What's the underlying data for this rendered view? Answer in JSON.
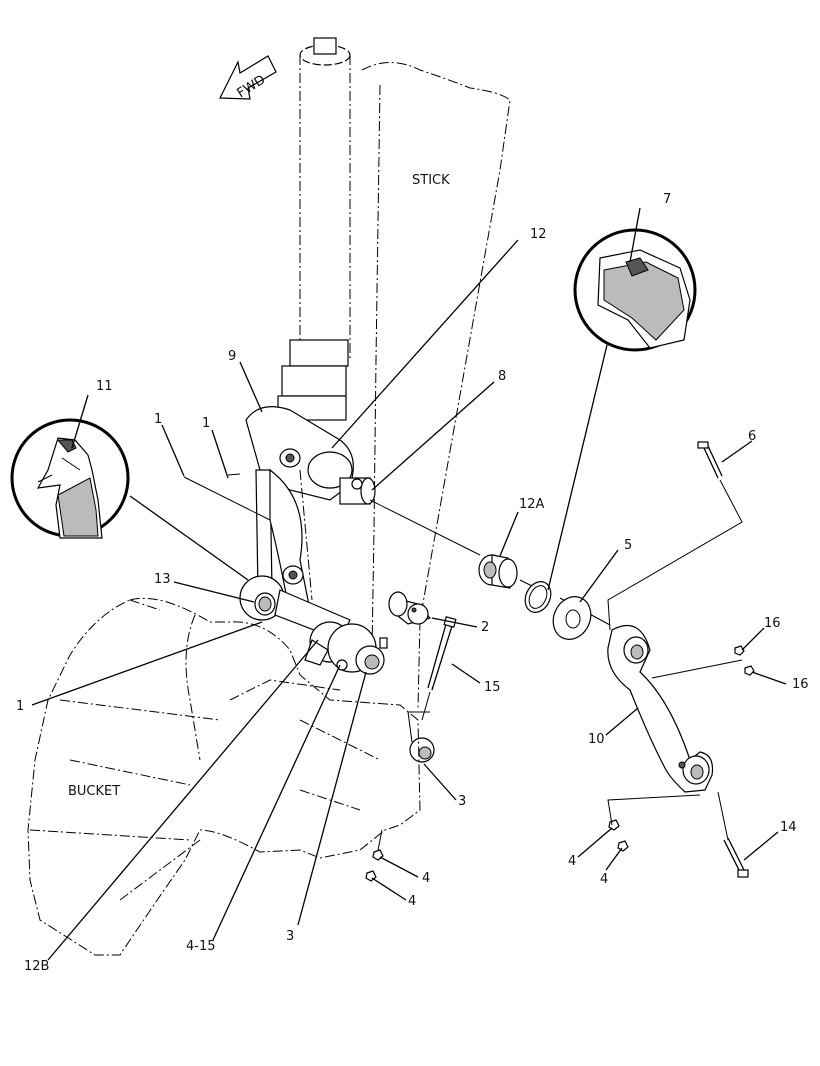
{
  "direction_arrow": {
    "text": "FWD"
  },
  "regions": {
    "stick": "STICK",
    "bucket": "BUCKET"
  },
  "callouts": [
    {
      "id": "c-7",
      "text": "7"
    },
    {
      "id": "c-12-top",
      "text": "12"
    },
    {
      "id": "c-9",
      "text": "9"
    },
    {
      "id": "c-8",
      "text": "8"
    },
    {
      "id": "c-11",
      "text": "11"
    },
    {
      "id": "c-1-a",
      "text": "1"
    },
    {
      "id": "c-1-b",
      "text": "1"
    },
    {
      "id": "c-6",
      "text": "6"
    },
    {
      "id": "c-12A",
      "text": "12A"
    },
    {
      "id": "c-5",
      "text": "5"
    },
    {
      "id": "c-13",
      "text": "13"
    },
    {
      "id": "c-2",
      "text": "2"
    },
    {
      "id": "c-16-a",
      "text": "16"
    },
    {
      "id": "c-16-b",
      "text": "16"
    },
    {
      "id": "c-15",
      "text": "15"
    },
    {
      "id": "c-1-c",
      "text": "1"
    },
    {
      "id": "c-10",
      "text": "10"
    },
    {
      "id": "c-3-a",
      "text": "3"
    },
    {
      "id": "c-14",
      "text": "14"
    },
    {
      "id": "c-4-a",
      "text": "4"
    },
    {
      "id": "c-4-b",
      "text": "4"
    },
    {
      "id": "c-4-c",
      "text": "4"
    },
    {
      "id": "c-4-d",
      "text": "4"
    },
    {
      "id": "c-4-15",
      "text": "4-15"
    },
    {
      "id": "c-3-b",
      "text": "3"
    },
    {
      "id": "c-12B",
      "text": "12B"
    }
  ]
}
